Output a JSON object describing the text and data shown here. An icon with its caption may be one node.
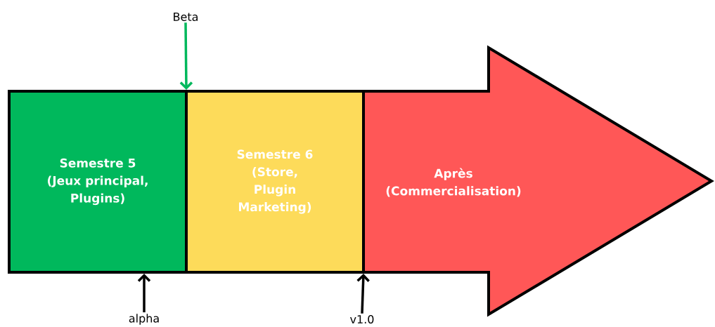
{
  "diagram": {
    "nodes": [
      {
        "text": [
          "Semestre 5",
          "(Jeux principal, Plugins)"
        ]
      },
      {
        "text": [
          "Semestre 6",
          "(Store, Plugin Marketing)"
        ]
      },
      {
        "text": [
          "Après",
          "(Commercialisation)"
        ]
      },
      {
        "text": [
          "Beta"
        ]
      },
      {
        "text": [
          "alpha"
        ]
      },
      {
        "text": [
          "v1.0"
        ]
      }
    ],
    "edges": [
      {
        "from": 3,
        "to": 1,
        "arrow": "to",
        "color": "#00b85c"
      },
      {
        "from": 4,
        "to": 0,
        "arrow": "to"
      },
      {
        "from": 5,
        "to": 2,
        "arrow": "to"
      }
    ]
  }
}
